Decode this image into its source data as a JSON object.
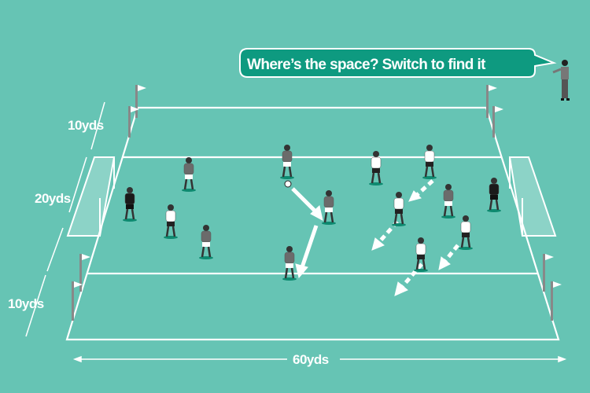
{
  "callout": {
    "text": "Where’s the space? Switch to find it"
  },
  "dimensions": {
    "top_zone": "10yds",
    "middle_zone": "20yds",
    "bottom_zone": "10yds",
    "length": "60yds"
  },
  "colors": {
    "pitch": "#66c4b4",
    "bubble": "#0e9a80",
    "lines": "#ffffff",
    "team_dark": "#6b6b6b",
    "team_light": "#ffffff",
    "goalkeeper": "#1a1a1a"
  }
}
